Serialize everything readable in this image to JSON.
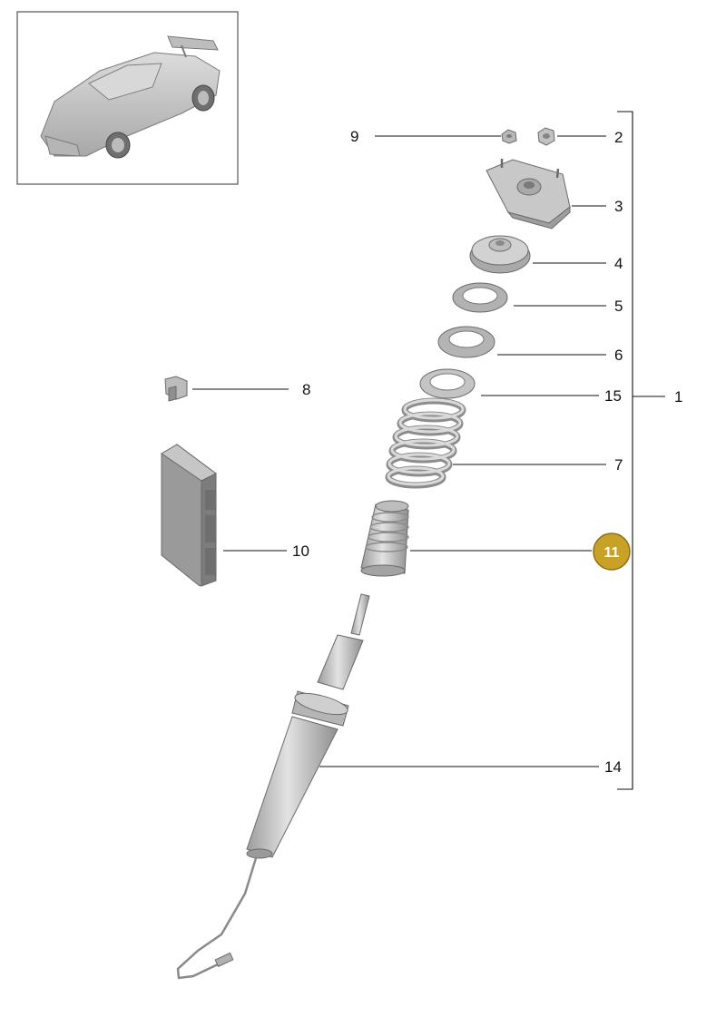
{
  "callouts": {
    "c1": "1",
    "c2": "2",
    "c3": "3",
    "c4": "4",
    "c5": "5",
    "c6": "6",
    "c7": "7",
    "c8": "8",
    "c9": "9",
    "c10": "10",
    "c11": "11",
    "c14": "14",
    "c15": "15"
  },
  "highlight": {
    "callout": "11",
    "color": "#c8a227",
    "text_color": "#ffffff"
  },
  "colors": {
    "part_fill": "#c9c9c9",
    "part_shade": "#a3a3a3",
    "line": "#111111",
    "frame": "#555555"
  },
  "icons": {
    "thumbnail": "sports-car-icon",
    "parts": [
      "nut-icon",
      "top-mount-icon",
      "bump-stop-cup-icon",
      "ring-icon",
      "spring-pad-icon",
      "coil-spring-icon",
      "clip-icon",
      "control-unit-icon",
      "bellows-icon",
      "shock-absorber-icon"
    ]
  }
}
